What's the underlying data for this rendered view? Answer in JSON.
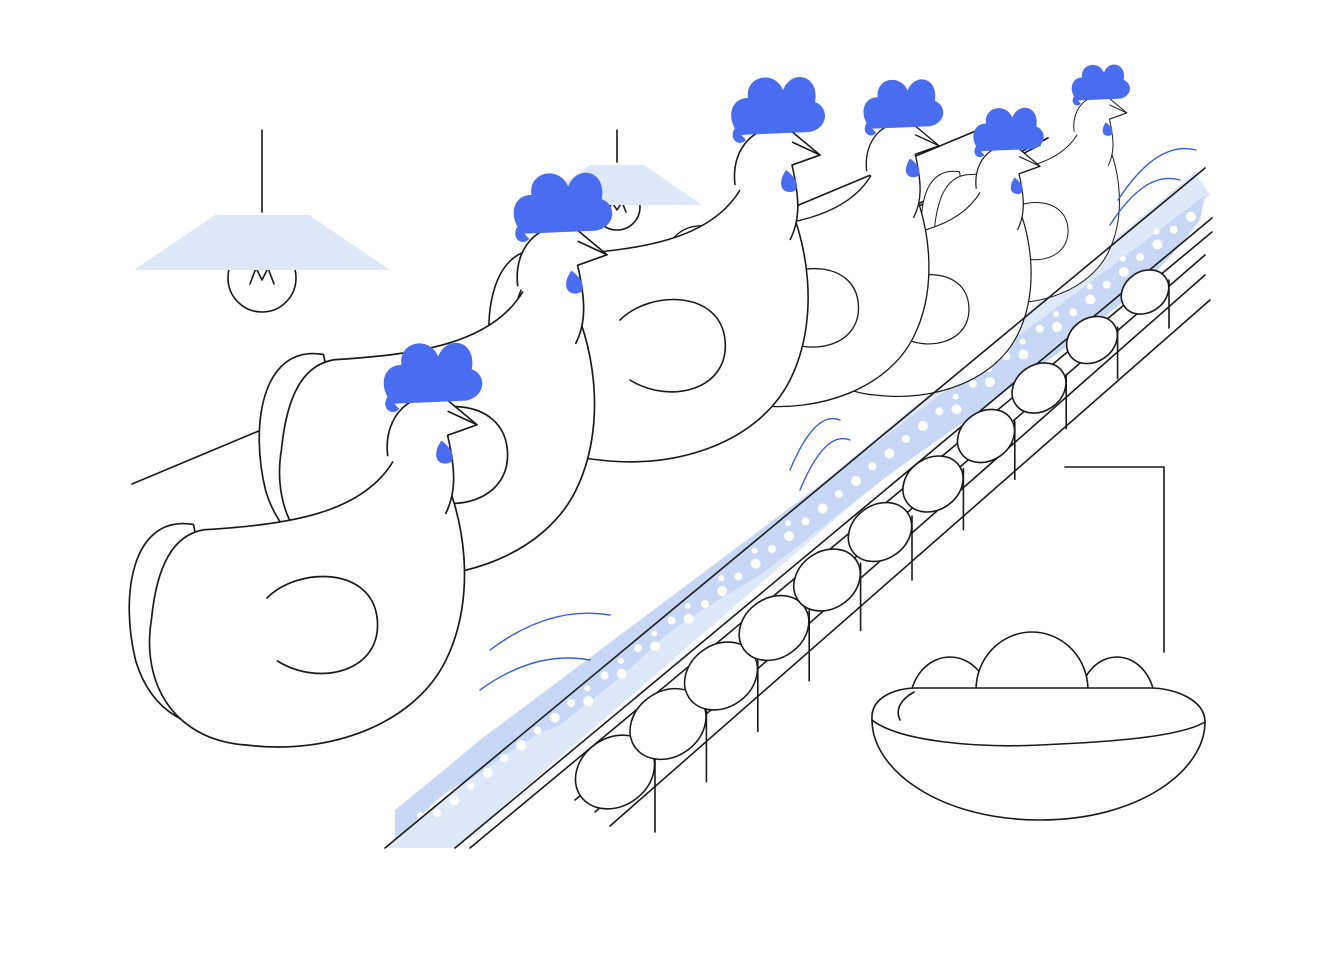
{
  "colors": {
    "outline": "#1a1a1a",
    "accent_blue": "#4a6cf0",
    "light_blue": "#dfe7fb",
    "feed_dots": "#ffffff",
    "background": "#ffffff"
  },
  "scene": {
    "lamps": [
      {
        "icon": "pendant-lamp-icon"
      },
      {
        "icon": "pendant-lamp-icon"
      }
    ],
    "hen_count": 6,
    "conveyor_egg_count": 11,
    "basket_egg_count": 3
  }
}
